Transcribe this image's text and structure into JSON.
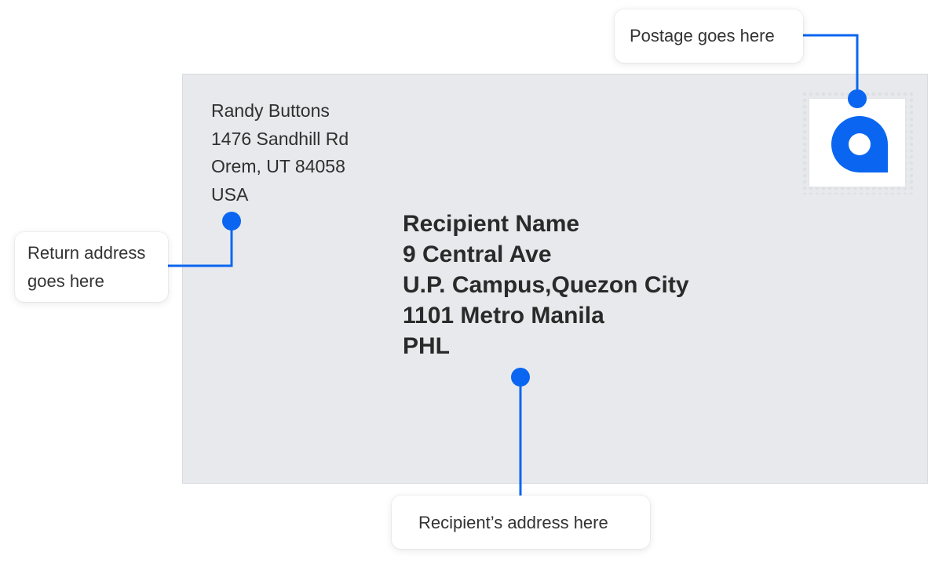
{
  "return_address": {
    "name": "Randy Buttons",
    "street": "1476 Sandhill Rd",
    "city_line": "Orem, UT 84058",
    "country": "USA"
  },
  "recipient_address": {
    "name": "Recipient Name",
    "street": "9 Central Ave",
    "city_line": "U.P. Campus,Quezon City",
    "postal_line": "1101 Metro Manila",
    "country": "PHL"
  },
  "callouts": {
    "postage": "Postage goes here",
    "return": "Return address goes here",
    "recipient": "Recipient’s address here"
  },
  "stamp": {
    "icon": "location-pin-icon"
  },
  "colors": {
    "accent": "#0a66f0",
    "envelope": "#e8e9ec",
    "callout_bg": "#ffffff"
  }
}
